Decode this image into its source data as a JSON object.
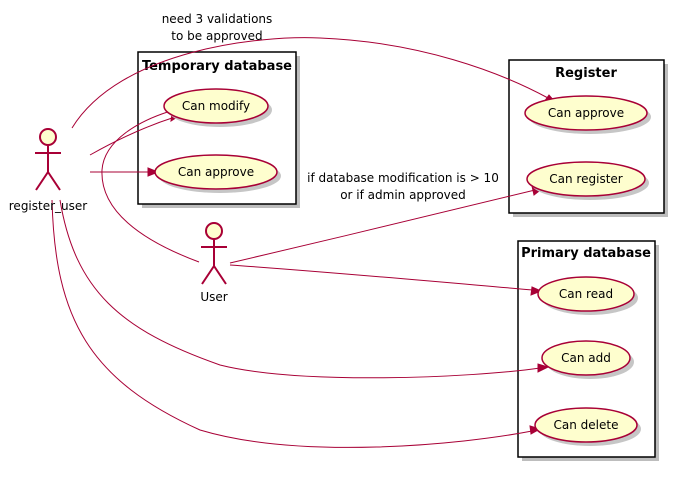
{
  "colors": {
    "usecase_fill": "#FEFECE",
    "stroke": "#A80036",
    "package_border": "#000000",
    "background": "#FFFFFF"
  },
  "packages": {
    "temporary": {
      "title": "Temporary database",
      "usecases": {
        "modify": "Can modify",
        "approve": "Can approve"
      }
    },
    "register": {
      "title": "Register",
      "usecases": {
        "approve": "Can approve",
        "register": "Can register"
      }
    },
    "primary": {
      "title": "Primary database",
      "usecases": {
        "read": "Can read",
        "add": "Can add",
        "delete": "Can delete"
      }
    }
  },
  "actors": {
    "register_user": "register_user",
    "user": "User"
  },
  "notes": {
    "validations_line1": "need 3 validations",
    "validations_line2": "to be approved",
    "modification_line1": "if database modification is > 10",
    "modification_line2": "or if admin approved"
  }
}
